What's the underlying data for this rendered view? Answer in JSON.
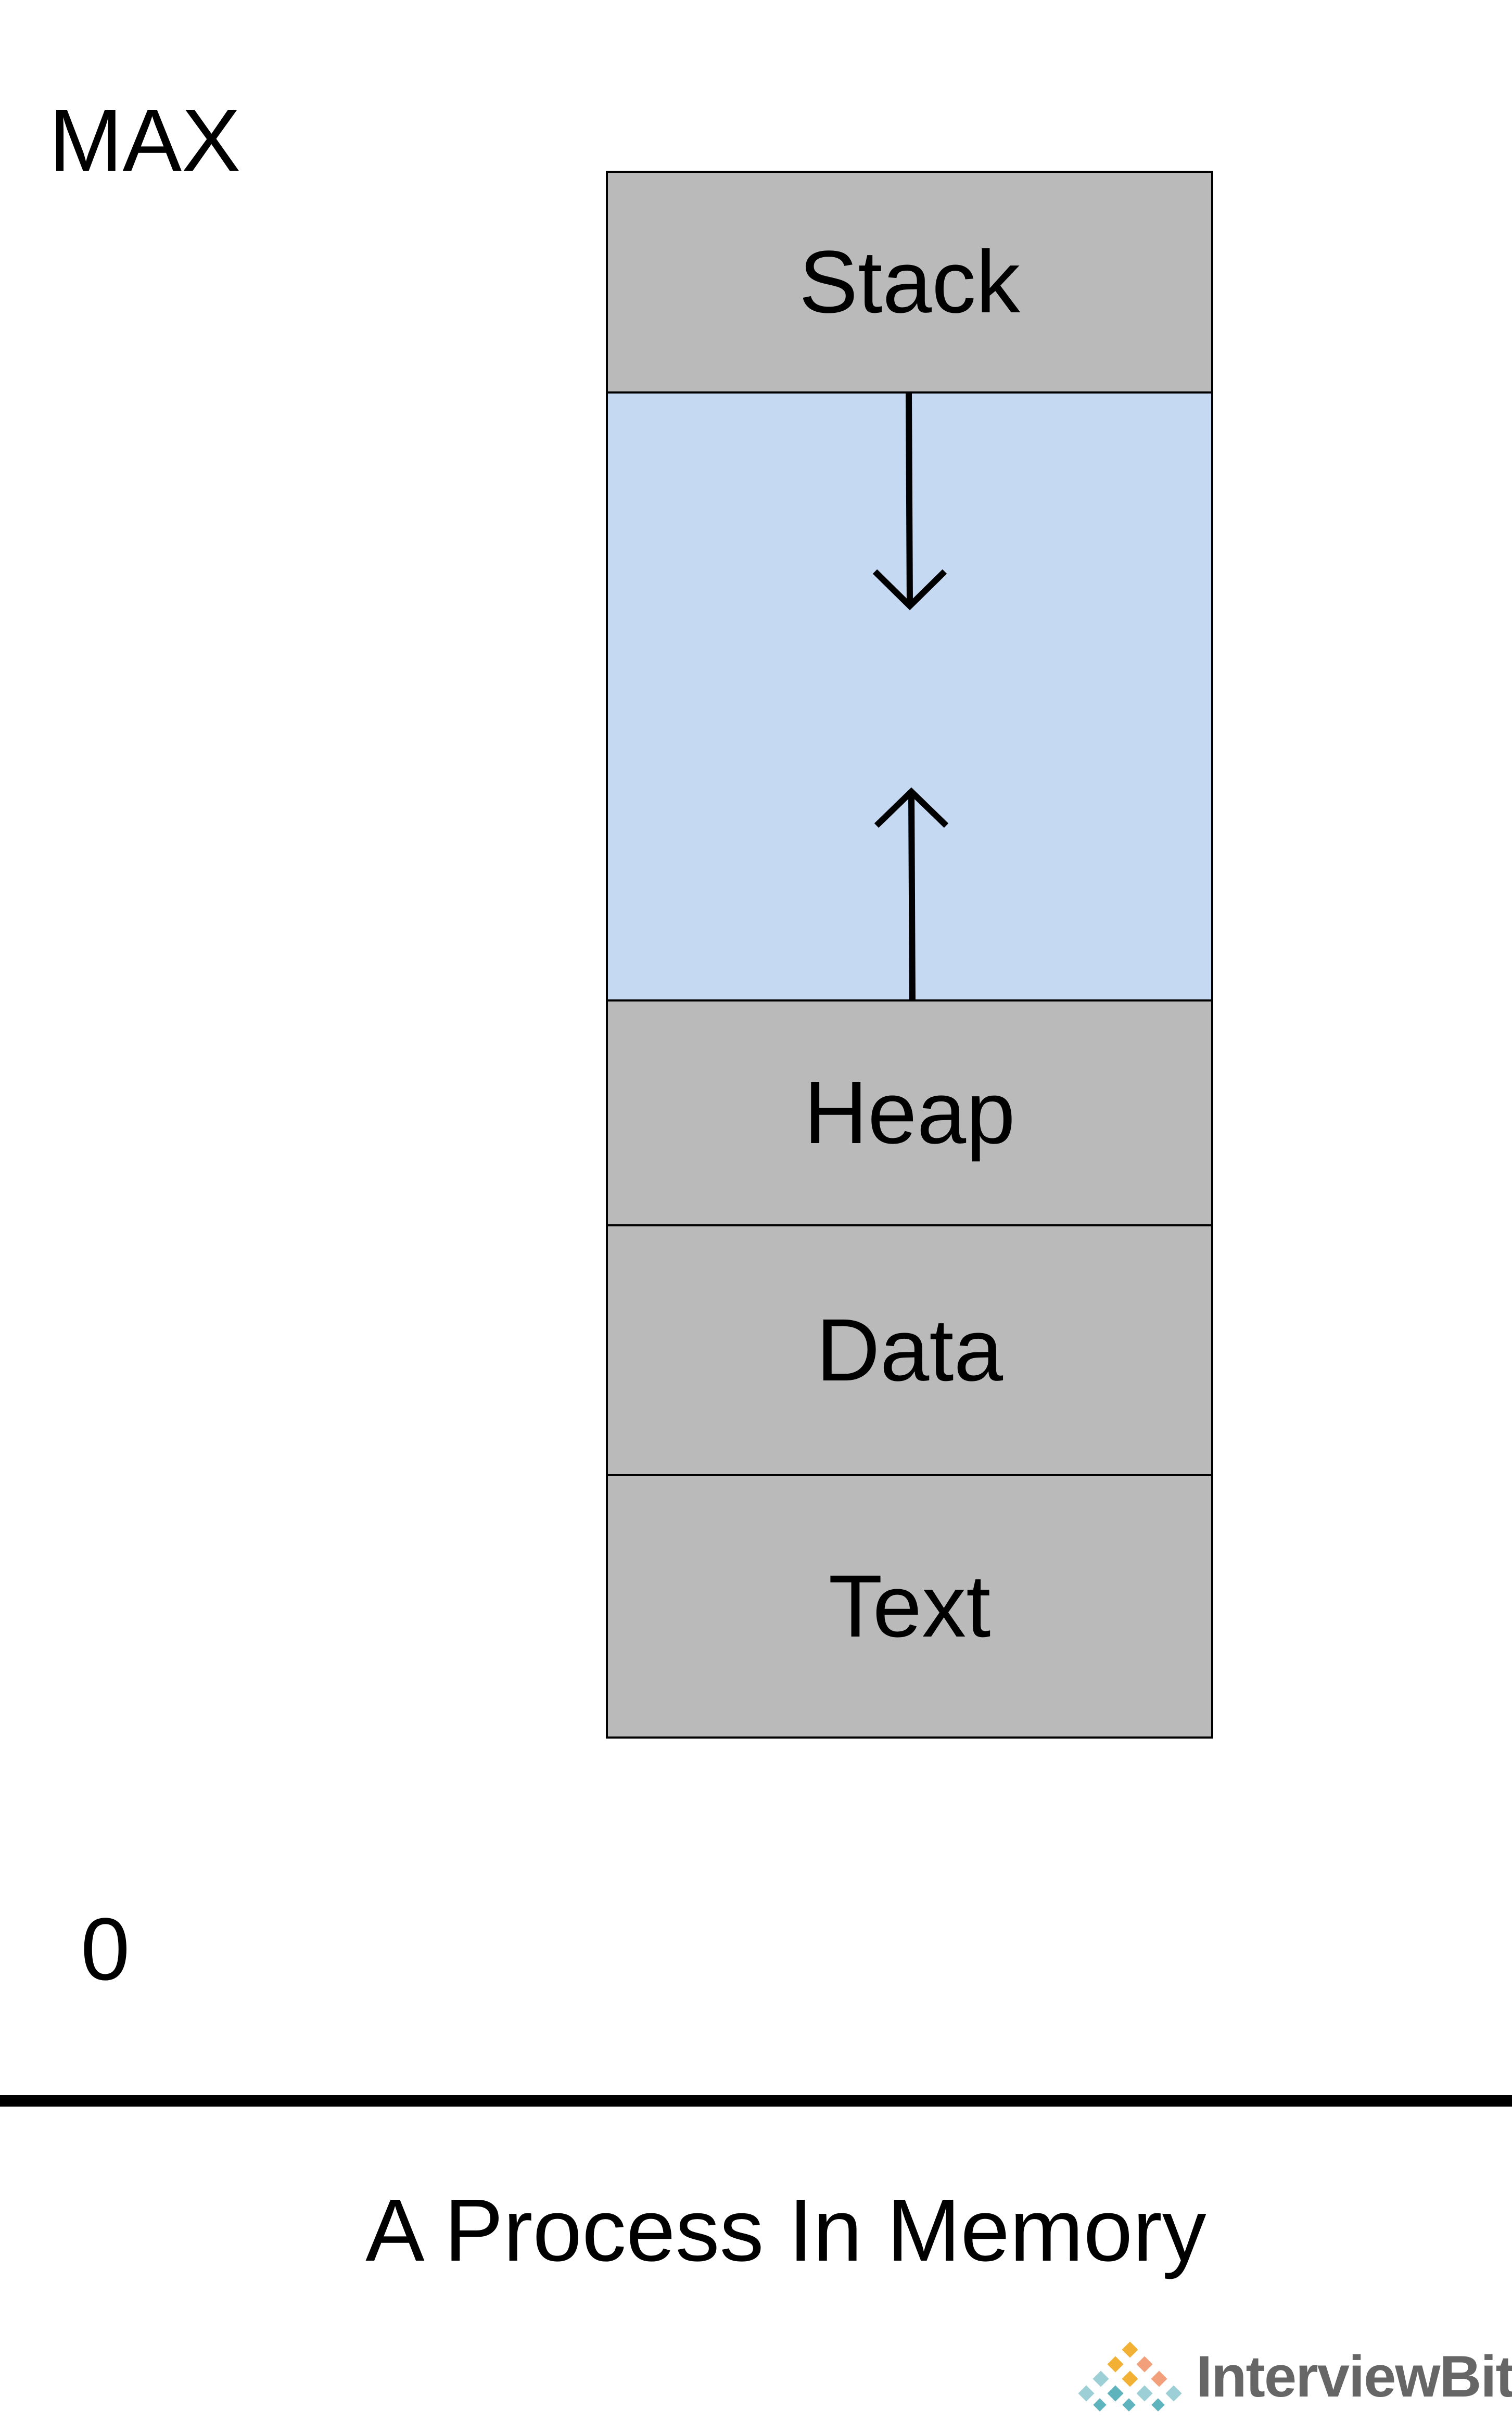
{
  "axis": {
    "top_label": "MAX",
    "bottom_label": "0"
  },
  "segments": [
    {
      "name": "stack",
      "label": "Stack",
      "color": "#bababa"
    },
    {
      "name": "free",
      "label": "",
      "color": "#c6d9f3"
    },
    {
      "name": "heap",
      "label": "Heap",
      "color": "#bababa"
    },
    {
      "name": "data",
      "label": "Data",
      "color": "#bababa"
    },
    {
      "name": "text",
      "label": "Text",
      "color": "#bababa"
    }
  ],
  "arrows": [
    {
      "name": "stack-growth",
      "direction": "down"
    },
    {
      "name": "heap-growth",
      "direction": "up"
    }
  ],
  "caption": "A Process In Memory",
  "brand": {
    "text": "InterviewBit",
    "icon": "interviewbit-logo-icon"
  }
}
